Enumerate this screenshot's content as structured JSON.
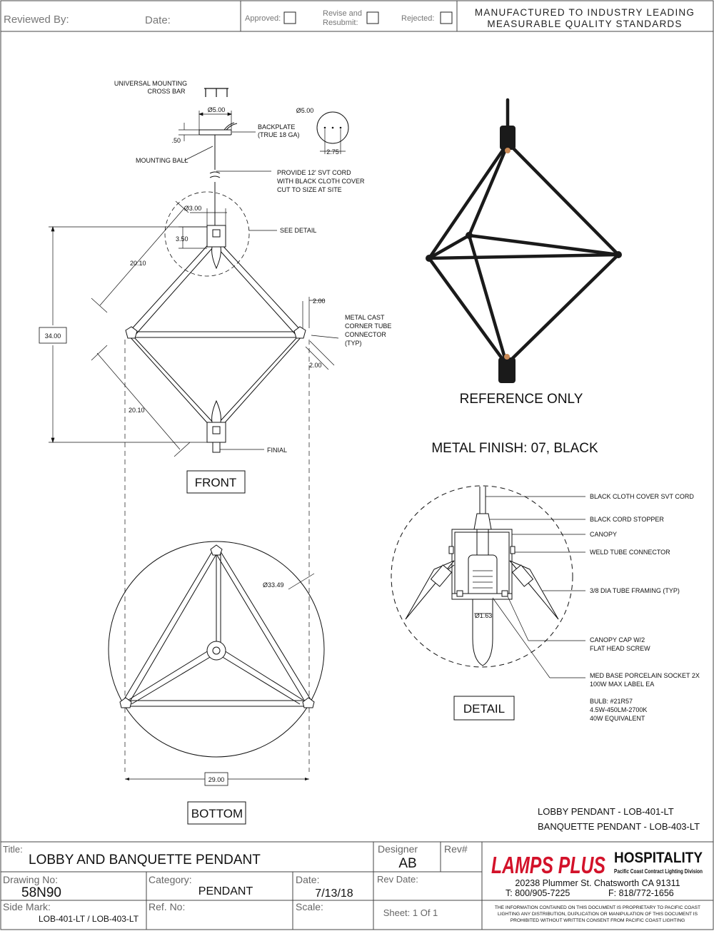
{
  "header": {
    "reviewed_by": "Reviewed By:",
    "date": "Date:",
    "approved": "Approved:",
    "revise_1": "Revise and",
    "revise_2": "Resubmit:",
    "rejected": "Rejected:",
    "slogan_1": "MANUFACTURED TO INDUSTRY LEADING",
    "slogan_2": "MEASURABLE QUALITY STANDARDS"
  },
  "front_view": {
    "label": "FRONT",
    "cross_bar_1": "UNIVERSAL MOUNTING",
    "cross_bar_2": "CROSS BAR",
    "dim_backplate_dia": "Ø5.00",
    "dim_backplate_thick": ".50",
    "backplate_1": "BACKPLATE",
    "backplate_2": "(TRUE 18 GA)",
    "mounting_ball": "MOUNTING BALL",
    "cord_1": "PROVIDE 12' SVT CORD",
    "cord_2": "WITH BLACK CLOTH COVER",
    "cord_3": "CUT TO SIZE AT SITE",
    "dim_canopy_dia": "Ø3.00",
    "dim_canopy_h": "3.50",
    "see_detail": "SEE DETAIL",
    "dim_edge_top": "20.10",
    "dim_edge_bottom": "20.10",
    "dim_height": "34.00",
    "dim_connector_top": "2.00",
    "dim_connector_bottom": "2.00",
    "connector_1": "METAL CAST",
    "connector_2": "CORNER TUBE",
    "connector_3": "CONNECTOR",
    "connector_4": "(TYP)",
    "finial": "FINIAL"
  },
  "backplate_top": {
    "dim_dia": "Ø5.00",
    "dim_holes": "2.75"
  },
  "reference": {
    "label": "REFERENCE ONLY",
    "finish": "METAL FINISH: 07, BLACK"
  },
  "bottom_view": {
    "label": "BOTTOM",
    "dim_dia": "Ø33.49",
    "dim_width": "29.00"
  },
  "detail_view": {
    "label": "DETAIL",
    "dim_socket": "Ø1.63",
    "callouts": [
      "BLACK CLOTH COVER SVT CORD",
      "BLACK CORD STOPPER",
      "CANOPY",
      "WELD TUBE CONNECTOR",
      "3/8 DIA TUBE FRAMING (TYP)"
    ],
    "cap_1": "CANOPY CAP W/2",
    "cap_2": "FLAT HEAD SCREW",
    "socket_1": "MED BASE PORCELAIN SOCKET 2X",
    "socket_2": "100W MAX LABEL EA",
    "bulb_1": "BULB: #21R57",
    "bulb_2": "4.5W-450LM-2700K",
    "bulb_3": "40W EQUIVALENT"
  },
  "models": {
    "line_1": "LOBBY PENDANT - LOB-401-LT",
    "line_2": "BANQUETTE PENDANT - LOB-403-LT"
  },
  "title_block": {
    "title_label": "Title:",
    "title": "LOBBY AND BANQUETTE PENDANT",
    "designer_label": "Designer",
    "designer": "AB",
    "rev_label": "Rev#",
    "drawing_no_label": "Drawing No:",
    "drawing_no": "58N90",
    "category_label": "Category:",
    "category": "PENDANT",
    "date_label": "Date:",
    "date": "7/13/18",
    "rev_date_label": "Rev Date:",
    "side_mark_label": "Side Mark:",
    "side_mark": "LOB-401-LT / LOB-403-LT",
    "ref_no_label": "Ref. No:",
    "scale_label": "Scale:",
    "sheet": "Sheet: 1 Of 1"
  },
  "company": {
    "brand": "LAMPS PLUS",
    "hospitality": "HOSPITALITY",
    "division": "Pacific Coast Contract Lighting Division",
    "address": "20238 Plummer St. Chatsworth CA 91311",
    "phone": "T: 800/905-7225",
    "fax": "F: 818/772-1656",
    "disclaimer_1": "THE INFORMATION CONTAINED ON THIS DOCUMENT IS PROPRIETARY TO PACIFIC COAST",
    "disclaimer_2": "LIGHTING ANY DISTRIBUTION, DUPLICATION OR MANIPULATION OF THIS DOCUMENT IS",
    "disclaimer_3": "PROHIBITED WITHOUT WRITTEN CONSENT FROM PACIFIC COAST LIGHTING",
    "brand_color": "#d3122a"
  }
}
